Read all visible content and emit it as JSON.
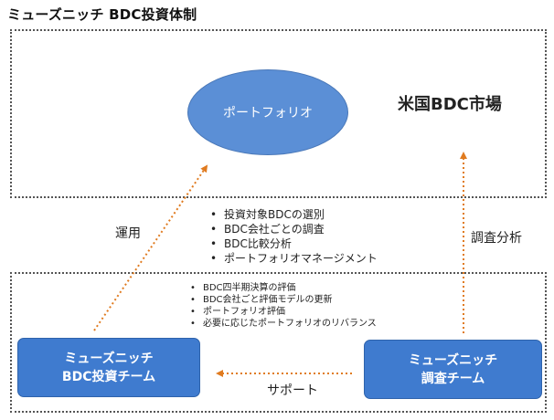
{
  "title": "ミューズニッチ BDC投資体制",
  "diagram": {
    "portfolio_label": "ポートフォリオ",
    "market_label": "米国BDC市場",
    "team_bdc": {
      "line1": "ミューズニッチ",
      "line2": "BDC投資チーム"
    },
    "team_research": {
      "line1": "ミューズニッチ",
      "line2": "調査チーム"
    },
    "edge_labels": {
      "operation": "運用",
      "research_analysis": "調査分析",
      "support": "サポート"
    },
    "research_scope": [
      "投資対象BDCの選別",
      "BDC会社ごとの調査",
      "BDC比較分析",
      "ポートフォリオマネージメント"
    ],
    "support_scope": [
      "BDC四半期決算の評価",
      "BDC会社ごと評価モデルの更新",
      "ポートフォリオ評価",
      "必要に応じたポートフォリオのリバランス"
    ],
    "colors": {
      "box_fill": "#3f7bcf",
      "ellipse_fill": "#5b8fd6",
      "arrow": "#e07b20",
      "region_border": "#555555"
    }
  }
}
